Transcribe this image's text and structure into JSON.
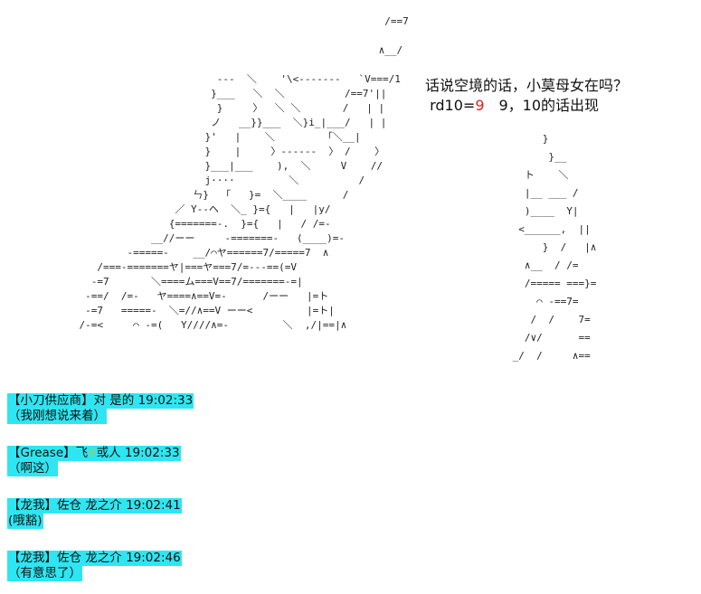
{
  "art_lines": [
    "                                                               /==7",
    "                                                              ∧__/",
    "                                   ---  ＼    '\\<-------   `V===/1",
    "                                  }___   ＼  ＼          /==7'||",
    "                                   }     〉  ＼ ＼       /   | |",
    "                                  ノ   __}}___  ＼}i_|___/   | |",
    "                                 }'   |    ＼        「＼__|",
    "                                 }    |     〉------  〉 /    〉",
    "                                 }___|___    ),  ＼     V    //",
    "                                 j····         ＼          /",
    "                               ㄣ}  「   }=  ＼____      /",
    "                            ／ Y--ヘ  ＼_ }={   |   |y/",
    "                           {=======-.  }={   |   / /=-",
    "                        __//ーー     -=======-   (____)=-",
    "                    -=====-    __/⌒ヤ======7/=====7  ∧",
    "               /===-=======ヤ|===ヤ===7/=---==(=V",
    "              -=7       ＼====ム===V==7/=======-=|",
    "             -==/  /=-   ヤ====∧==V=-      /ーー   |=ト",
    "             -=7   =====-  ＼=//∧==V ーー<         |=ト|",
    "            /-=<     ⌒ -=(   Y////∧=-         ＼  ,/|==|∧"
  ],
  "art_right_lines": [
    "      }",
    "       }__",
    "   ト    ＼",
    "   |__ ___ /",
    "   )____  Y|",
    "  <______,  ||",
    "      }  /   |∧",
    "   ∧__  / /=",
    "   /===== ===}=",
    "     ⌒ -==7=",
    "    /  /    7=",
    "   /∨/      ==",
    " _/  /     ∧=="
  ],
  "dialog": {
    "line1": "话说空境的话，小莫母女在吗？",
    "line2_prefix": "rd10=",
    "line2_roll": "9",
    "line2_suffix": "　9，10的话出现"
  },
  "chat": [
    {
      "speaker": "【小刀供应商】对 是的 19:02:33",
      "text": "（我刚想说来着）"
    },
    {
      "speaker_a": "【Grease】飞",
      "bolt": "⚡",
      "speaker_b": "或人 19:02:33",
      "text": "（啊这）"
    },
    {
      "speaker": "【龙我】佐仓 龙之介 19:02:41",
      "text": "(哦豁)"
    },
    {
      "speaker": "【龙我】佐仓 龙之介 19:02:46",
      "text": "（有意思了）"
    }
  ],
  "colors": {
    "highlight": "#2ee6f2",
    "roll": "#e02020"
  }
}
